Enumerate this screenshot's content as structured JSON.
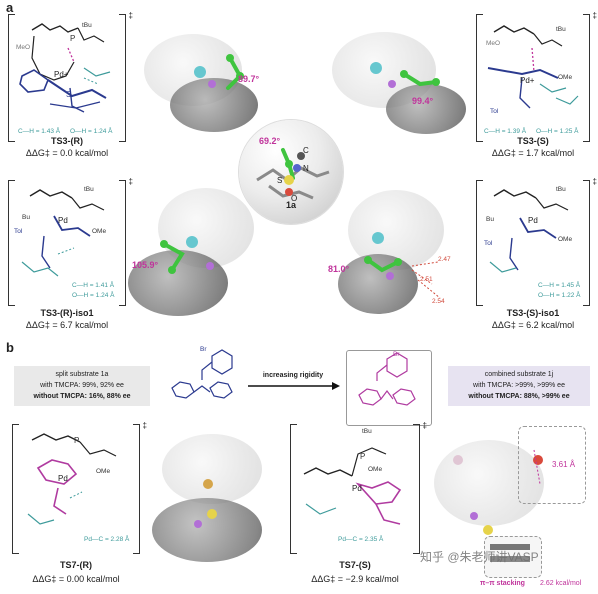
{
  "panel_a": {
    "label": "a",
    "ts3_r": {
      "caption": "TS3-(R)",
      "energy": "ΔΔG‡ = 0.0 kcal/mol",
      "dist1": "C—H = 1.43 Å",
      "dist2": "O—H = 1.24 Å",
      "angle": "89.7°"
    },
    "ts3_s": {
      "caption": "TS3-(S)",
      "energy": "ΔΔG‡ = 1.7 kcal/mol",
      "dist1": "C—H = 1.39 Å",
      "dist2": "O—H = 1.25 Å",
      "angle": "99.4°"
    },
    "ts3_r_iso1": {
      "caption": "TS3-(R)-iso1",
      "energy": "ΔΔG‡ = 6.7 kcal/mol",
      "dist1": "C—H = 1.41 Å",
      "dist2": "O—H = 1.24 Å",
      "angle": "105.9°"
    },
    "ts3_s_iso1": {
      "caption": "TS3-(S)-iso1",
      "energy": "ΔΔG‡ = 6.2 kcal/mol",
      "dist1": "C—H = 1.45 Å",
      "dist2": "O—H = 1.22 Å",
      "angle": "81.0°",
      "contacts": [
        "2.47",
        "2.51",
        "2.54"
      ]
    },
    "center": {
      "label": "1a",
      "angle": "69.2°",
      "atoms": [
        "C",
        "N",
        "S",
        "O"
      ]
    },
    "struct_labels": {
      "meo": "MeO",
      "ome": "OMe",
      "tbu": "tBu",
      "bu": "Bu",
      "tol": "Tol",
      "pd": "Pd",
      "pd_plus": "Pd+",
      "p": "P",
      "s": "S",
      "n": "N",
      "o": "O",
      "h": "H"
    }
  },
  "panel_b": {
    "label": "b",
    "split_box": {
      "title": "split substrate 1a",
      "line1": "with TMCPA: 99%, 92% ee",
      "line2": "without TMCPA: 16%, 88% ee"
    },
    "arrow": "increasing rigidity",
    "combined_box": {
      "title": "combined substrate 1j",
      "line1": "with TMCPA: >99%, >99% ee",
      "line2": "without TMCPA: 88%, >99% ee"
    },
    "ts7_r": {
      "caption": "TS7-(R)",
      "energy": "ΔΔG‡ = 0.00 kcal/mol",
      "dist": "Pd—C = 2.28 Å"
    },
    "ts7_s": {
      "caption": "TS7-(S)",
      "energy": "ΔΔG‡ = −2.9 kcal/mol",
      "dist": "Pd—C = 2.35 Å"
    },
    "annot": {
      "dist": "3.61 Å",
      "stack": "π–π stacking",
      "energy_fragment": "2.62 kcal/mol",
      "br": "Br"
    }
  },
  "watermark": "知乎 @朱老师讲VASP"
}
